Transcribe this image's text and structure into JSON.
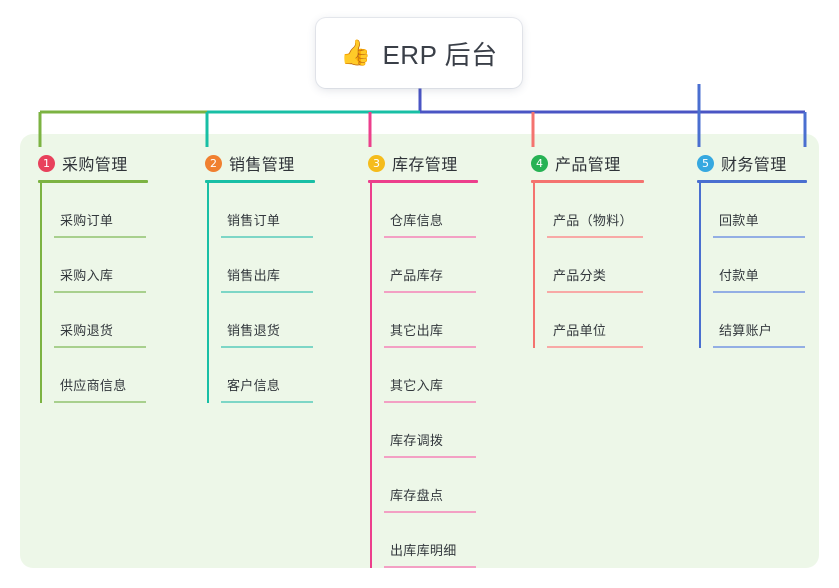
{
  "root": {
    "emoji": "👍",
    "emoji_name": "thumbs-up-icon",
    "title": "ERP 后台"
  },
  "panel": {
    "background_color": "#edf7e8"
  },
  "connector": {
    "stem_color": "#4a55c4",
    "bar_segment_colors": [
      "#7cb342",
      "#18bfa5",
      "#4a55c4"
    ],
    "drop_colors": [
      "#7cb342",
      "#18bfa5",
      "#ec3f8c",
      "#f4736f",
      "#4a6fd0"
    ]
  },
  "branches": [
    {
      "index": "1",
      "title": "采购管理",
      "badge_color": "#e8415c",
      "line_color": "#7cb342",
      "item_line_color": "#a8d08d",
      "items": [
        "采购订单",
        "采购入库",
        "采购退货",
        "供应商信息"
      ]
    },
    {
      "index": "2",
      "title": "销售管理",
      "badge_color": "#f08030",
      "line_color": "#18bfa5",
      "item_line_color": "#7dd6c6",
      "items": [
        "销售订单",
        "销售出库",
        "销售退货",
        "客户信息"
      ]
    },
    {
      "index": "3",
      "title": "库存管理",
      "badge_color": "#f5bc1c",
      "line_color": "#ec3f8c",
      "item_line_color": "#f3a0c4",
      "items": [
        "仓库信息",
        "产品库存",
        "其它出库",
        "其它入库",
        "库存调拨",
        "库存盘点",
        "出库库明细"
      ]
    },
    {
      "index": "4",
      "title": "产品管理",
      "badge_color": "#27b254",
      "line_color": "#f4736f",
      "item_line_color": "#f8a9a6",
      "items": [
        "产品（物料）",
        "产品分类",
        "产品单位"
      ]
    },
    {
      "index": "5",
      "title": "财务管理",
      "badge_color": "#36a8e0",
      "line_color": "#4a6fd0",
      "item_line_color": "#93aee4",
      "items": [
        "回款单",
        "付款单",
        "结算账户"
      ]
    }
  ]
}
